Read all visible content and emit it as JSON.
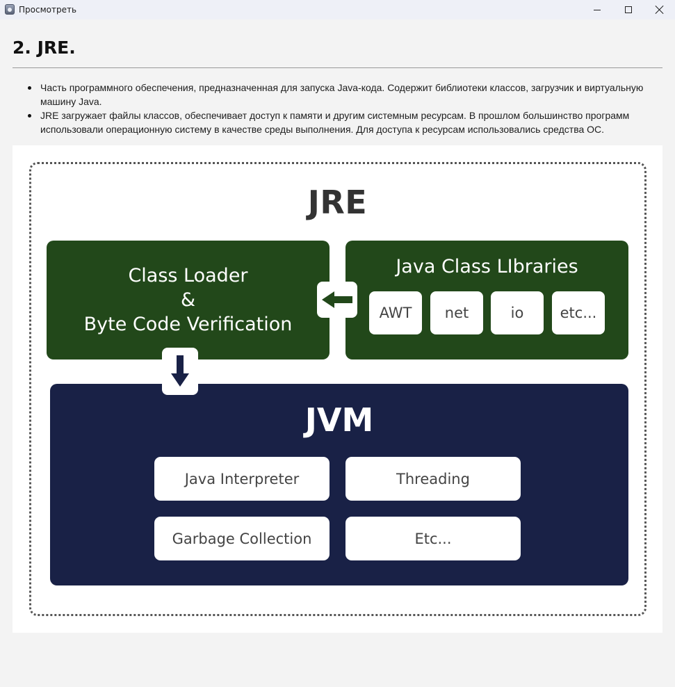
{
  "window": {
    "title": "Просмотреть",
    "icon": "viewer-app-icon"
  },
  "document": {
    "heading": "2. JRE.",
    "bullets": [
      "Часть программного обеспечения, предназначенная для запуска Java-кода. Содержит библиотеки классов, загрузчик и виртуальную машину Java.",
      "JRE загружает файлы классов, обеспечивает доступ к памяти и другим системным ресурсам. В прошлом большинство программ использовали операционную систему в качестве среды выполнения. Для доступа к ресурсам использовались средства ОС."
    ]
  },
  "diagram": {
    "title": "JRE",
    "class_loader": {
      "line1": "Class Loader",
      "line2": "&",
      "line3": "Byte Code Verification"
    },
    "libraries": {
      "title": "Java Class LIbraries",
      "items": [
        "AWT",
        "net",
        "io",
        "etc..."
      ]
    },
    "jvm": {
      "title": "JVM",
      "components": [
        "Java Interpreter",
        "Threading",
        "Garbage Collection",
        "Etc..."
      ]
    },
    "colors": {
      "green": "#22481a",
      "navy": "#192146",
      "title_gray": "#333333"
    }
  }
}
